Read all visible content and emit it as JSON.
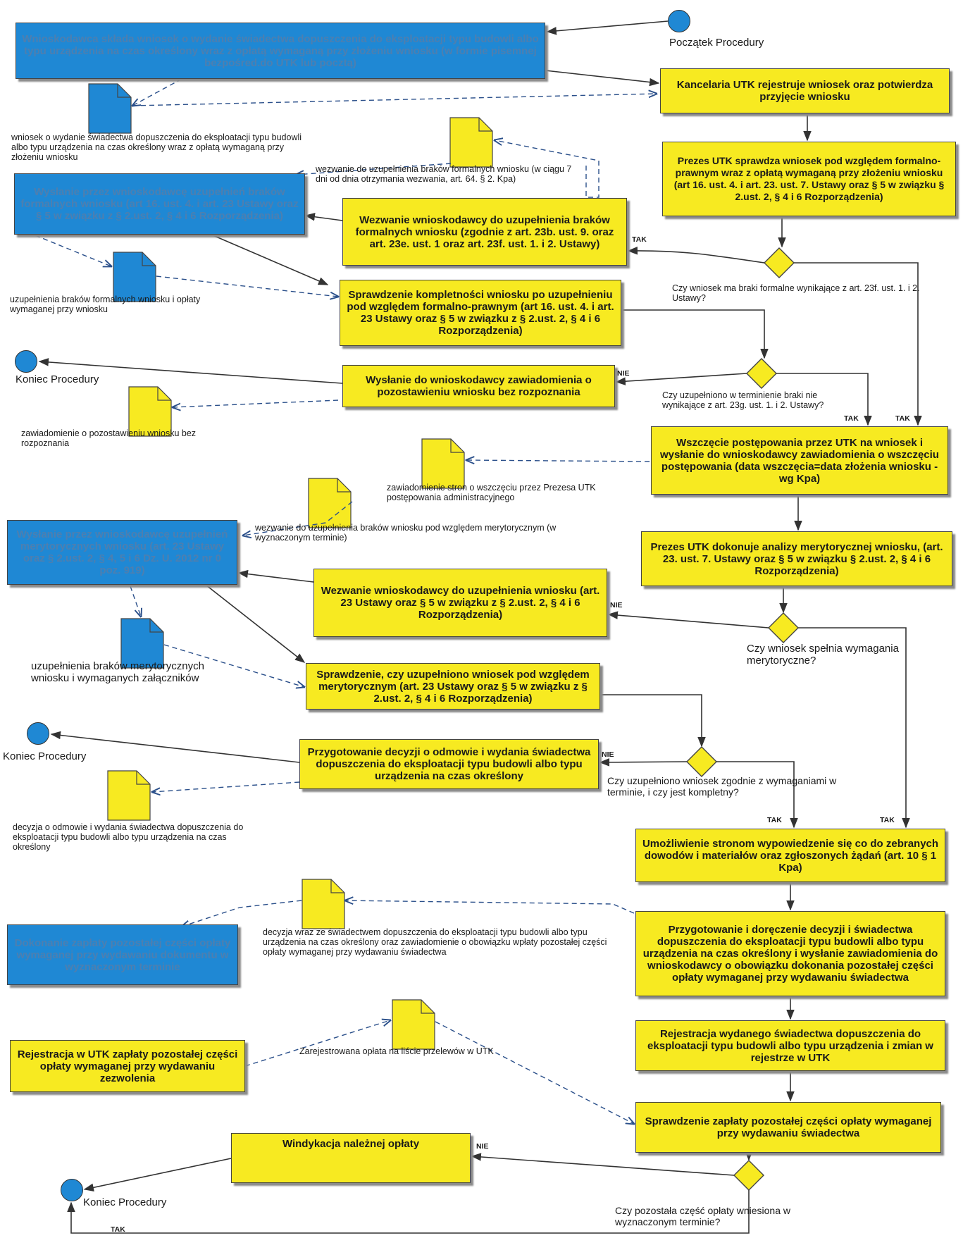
{
  "start": {
    "label": "Początek Procedury"
  },
  "ends": [
    "Koniec Procedury",
    "Koniec Procedury",
    "Koniec Procedury"
  ],
  "boxes": {
    "b1": "Wnioskodawca składa wniosek o wydanie świadectwa dopuszczenia do eksploatacji typu budowli albo typu urządzenia na czas określony wraz z opłatą wymaganą przy złożeniu wniosku (w formie pisemnej bezpośred.do UTK lub pocztą)",
    "y1": "Kancelaria UTK rejestruje wniosek oraz potwierdza przyjęcie wniosku",
    "y2": "Prezes UTK sprawdza wniosek pod względem formalno-prawnym wraz z opłatą wymaganą przy złożeniu wniosku (art 16. ust. 4. i art. 23. ust. 7. Ustawy oraz § 5 w związku § 2.ust. 2, § 4 i 6 Rozporządzenia)",
    "b2": "Wysłanie przez wnioskodawcę uzupełnień braków formalnych wniosku (art 16. ust. 4. i art. 23 Ustawy oraz § 5 w związku z § 2.ust. 2, § 4 i 6 Rozporządzenia)",
    "y3": "Wezwanie wnioskodawcy do uzupełnienia braków formalnych wniosku (zgodnie z art. 23b. ust. 9. oraz art. 23e. ust. 1 oraz art. 23f. ust. 1. i 2. Ustawy)",
    "y4": "Sprawdzenie kompletności wniosku po uzupełnieniu pod względem formalno-prawnym (art 16. ust. 4. i art. 23 Ustawy oraz § 5 w związku z § 2.ust. 2, § 4 i 6 Rozporządzenia)",
    "y5": "Wysłanie do wnioskodawcy zawiadomienia o pozostawieniu wniosku bez rozpoznania",
    "y6": "Wszczęcie postępowania przez UTK na wniosek i wysłanie do wnioskodawcy zawiadomienia o wszczęciu postępowania (data wszczęcia=data złożenia wniosku - wg Kpa)",
    "b3": "Wysłanie przez wnioskodawcę uzupełnień merytorycznych wniosku (art. 23 Ustawy oraz § 2.ust. 2, § 4, 5 i 6 Dz. U. 2012 nr 0 poz. 919)",
    "y7": "Prezes UTK dokonuje analizy merytorycznej wniosku, (art. 23. ust. 7. Ustawy oraz § 5 w związku § 2.ust. 2, § 4 i 6 Rozporządzenia)",
    "y8": "Wezwanie wnioskodawcy do uzupełnienia wniosku (art. 23 Ustawy oraz § 5 w związku z § 2.ust. 2, § 4 i 6 Rozporządzenia)",
    "y9": "Sprawdzenie, czy uzupełniono wniosek pod względem merytorycznym (art. 23 Ustawy oraz § 5 w związku z § 2.ust. 2, § 4 i 6 Rozporządzenia)",
    "y10": "Przygotowanie decyzji o odmowie i wydania świadectwa dopuszczenia do eksploatacji typu budowli albo typu urządzenia na czas określony",
    "y11": "Umożliwienie stronom wypowiedzenie się co do zebranych dowodów i materiałów oraz zgłoszonych żądań (art. 10 § 1 Kpa)",
    "y12": "Przygotowanie i doręczenie decyzji i świadectwa dopuszczenia do eksploatacji typu budowli albo typu urządzenia na czas określony i wysłanie zawiadomienia do wnioskodawcy o obowiązku dokonania pozostałej części opłaty wymaganej przy wydawaniu świadectwa",
    "b4": "Dokonanie zapłaty pozostałej części opłaty wymaganej przy wydawaniu dokumentu w wyznaczonym terminie",
    "y13": "Rejestracja wydanego świadectwa dopuszczenia do eksploatacji typu budowli albo typu urządzenia i zmian w rejestrze w UTK",
    "y14": "Rejestracja w UTK zapłaty pozostałej części opłaty wymaganej przy wydawaniu zezwolenia",
    "y15": "Sprawdzenie zapłaty pozostałej części opłaty wymaganej przy wydawaniu świadectwa",
    "y16": "Windykacja należnej opłaty"
  },
  "documents": {
    "d1": "wniosek o wydanie świadectwa dopuszczenia do eksploatacji typu budowli albo typu urządzenia na czas określony wraz z opłatą wymaganą przy złożeniu wniosku",
    "d2": "wezwanie do uzupełnienia braków formalnych wniosku (w ciągu 7 dni od dnia otrzymania wezwania, art. 64. § 2. Kpa)",
    "d3": "uzupełnienia braków formalnych wniosku i opłaty wymaganej przy wniosku",
    "d4": "zawiadomienie o pozostawieniu wniosku bez rozpoznania",
    "d5": "zawiadomienie stron o wszczęciu przez Prezesa UTK postępowania administracyjnego",
    "d6": "wezwanie do uzupełnienia braków wniosku pod względem merytorycznym (w wyznaczonym terminie)",
    "d7": "uzupełnienia braków merytorycznych wniosku i wymaganych załączników",
    "d8": "decyzja o odmowie i wydania świadectwa dopuszczenia do eksploatacji typu budowli albo typu urządzenia na czas określony",
    "d9": "decyzja wraz ze świadectwem dopuszczenia do eksploatacji typu budowli albo typu urządzenia na czas określony oraz zawiadomienie o obowiązku wpłaty pozostałej części opłaty wymaganej przy wydawaniu świadectwa",
    "d10": "Zarejestrowana opłata na liście przelewów w UTK"
  },
  "decisions": {
    "q1": "Czy wniosek ma braki formalne wynikające z art. 23f. ust. 1. i 2. Ustawy?",
    "q2": "Czy uzupełniono w terminienie braki nie wynikające z art. 23g. ust. 1. i 2. Ustawy?",
    "q3": "Czy wniosek spełnia wymagania merytoryczne?",
    "q4": "Czy uzupełniono wniosek zgodnie z wymaganiami w terminie, i czy jest kompletny?",
    "q5": "Czy pozostała część opłaty wniesiona w wyznaczonym terminie?"
  },
  "edge_labels": {
    "tak": "TAK",
    "nie": "NIE"
  },
  "colors": {
    "yellow": "#f7ea21",
    "blue": "#1f88d4",
    "arrow": "#333333",
    "dashed": "#2a4f8a"
  }
}
